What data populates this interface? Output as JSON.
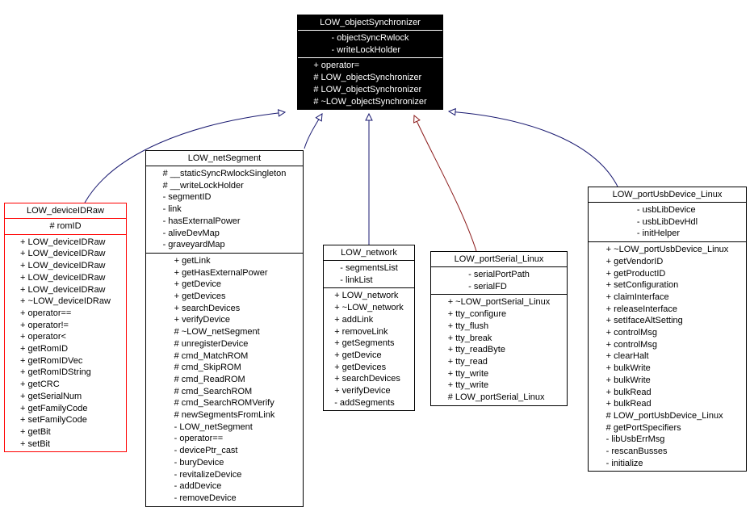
{
  "colors": {
    "background": "#ffffff",
    "public_inheritance_edge": "#191970",
    "private_inheritance_edge": "#8b1a1a",
    "highlight_box_border": "#ff0000",
    "inverted_box_bg": "#000000",
    "inverted_box_text": "#ffffff",
    "box_border": "#000000",
    "box_text": "#000000"
  },
  "classes": {
    "objectSynchronizer": {
      "title": "LOW_objectSynchronizer",
      "attributes": [
        "- objectSyncRwlock",
        "- writeLockHolder"
      ],
      "methods": [
        "+ operator=",
        "# LOW_objectSynchronizer",
        "# LOW_objectSynchronizer",
        "# ~LOW_objectSynchronizer"
      ]
    },
    "deviceIDRaw": {
      "title": "LOW_deviceIDRaw",
      "attributes": [
        "# romID"
      ],
      "methods": [
        "+ LOW_deviceIDRaw",
        "+ LOW_deviceIDRaw",
        "+ LOW_deviceIDRaw",
        "+ LOW_deviceIDRaw",
        "+ LOW_deviceIDRaw",
        "+ ~LOW_deviceIDRaw",
        "+ operator==",
        "+ operator!=",
        "+ operator<",
        "+ getRomID",
        "+ getRomIDVec",
        "+ getRomIDString",
        "+ getCRC",
        "+ getSerialNum",
        "+ getFamilyCode",
        "+ setFamilyCode",
        "+ getBit",
        "+ setBit"
      ]
    },
    "netSegment": {
      "title": "LOW_netSegment",
      "attributes": [
        "# __staticSyncRwlockSingleton",
        "# __writeLockHolder",
        "- segmentID",
        "- link",
        "- hasExternalPower",
        "- aliveDevMap",
        "- graveyardMap"
      ],
      "methods": [
        "+ getLink",
        "+ getHasExternalPower",
        "+ getDevice",
        "+ getDevices",
        "+ searchDevices",
        "+ verifyDevice",
        "# ~LOW_netSegment",
        "# unregisterDevice",
        "# cmd_MatchROM",
        "# cmd_SkipROM",
        "# cmd_ReadROM",
        "# cmd_SearchROM",
        "# cmd_SearchROMVerify",
        "# newSegmentsFromLink",
        "- LOW_netSegment",
        "- operator==",
        "- devicePtr_cast",
        "- buryDevice",
        "- revitalizeDevice",
        "- addDevice",
        "- removeDevice"
      ]
    },
    "network": {
      "title": "LOW_network",
      "attributes": [
        "- segmentsList",
        "- linkList"
      ],
      "methods": [
        "+ LOW_network",
        "+ ~LOW_network",
        "+ addLink",
        "+ removeLink",
        "+ getSegments",
        "+ getDevice",
        "+ getDevices",
        "+ searchDevices",
        "+ verifyDevice",
        "- addSegments"
      ]
    },
    "portSerial": {
      "title": "LOW_portSerial_Linux",
      "attributes": [
        "- serialPortPath",
        "- serialFD"
      ],
      "methods": [
        "+ ~LOW_portSerial_Linux",
        "+ tty_configure",
        "+ tty_flush",
        "+ tty_break",
        "+ tty_readByte",
        "+ tty_read",
        "+ tty_write",
        "+ tty_write",
        "# LOW_portSerial_Linux"
      ]
    },
    "portUsb": {
      "title": "LOW_portUsbDevice_Linux",
      "attributes": [
        "- usbLibDevice",
        "- usbLibDevHdl",
        "- initHelper"
      ],
      "methods": [
        "+ ~LOW_portUsbDevice_Linux",
        "+ getVendorID",
        "+ getProductID",
        "+ setConfiguration",
        "+ claimInterface",
        "+ releaseInterface",
        "+ setIfaceAltSetting",
        "+ controlMsg",
        "+ controlMsg",
        "+ clearHalt",
        "+ bulkWrite",
        "+ bulkWrite",
        "+ bulkRead",
        "+ bulkRead",
        "# LOW_portUsbDevice_Linux",
        "# getPortSpecifiers",
        "- libUsbErrMsg",
        "- rescanBusses",
        "- initialize"
      ]
    }
  }
}
